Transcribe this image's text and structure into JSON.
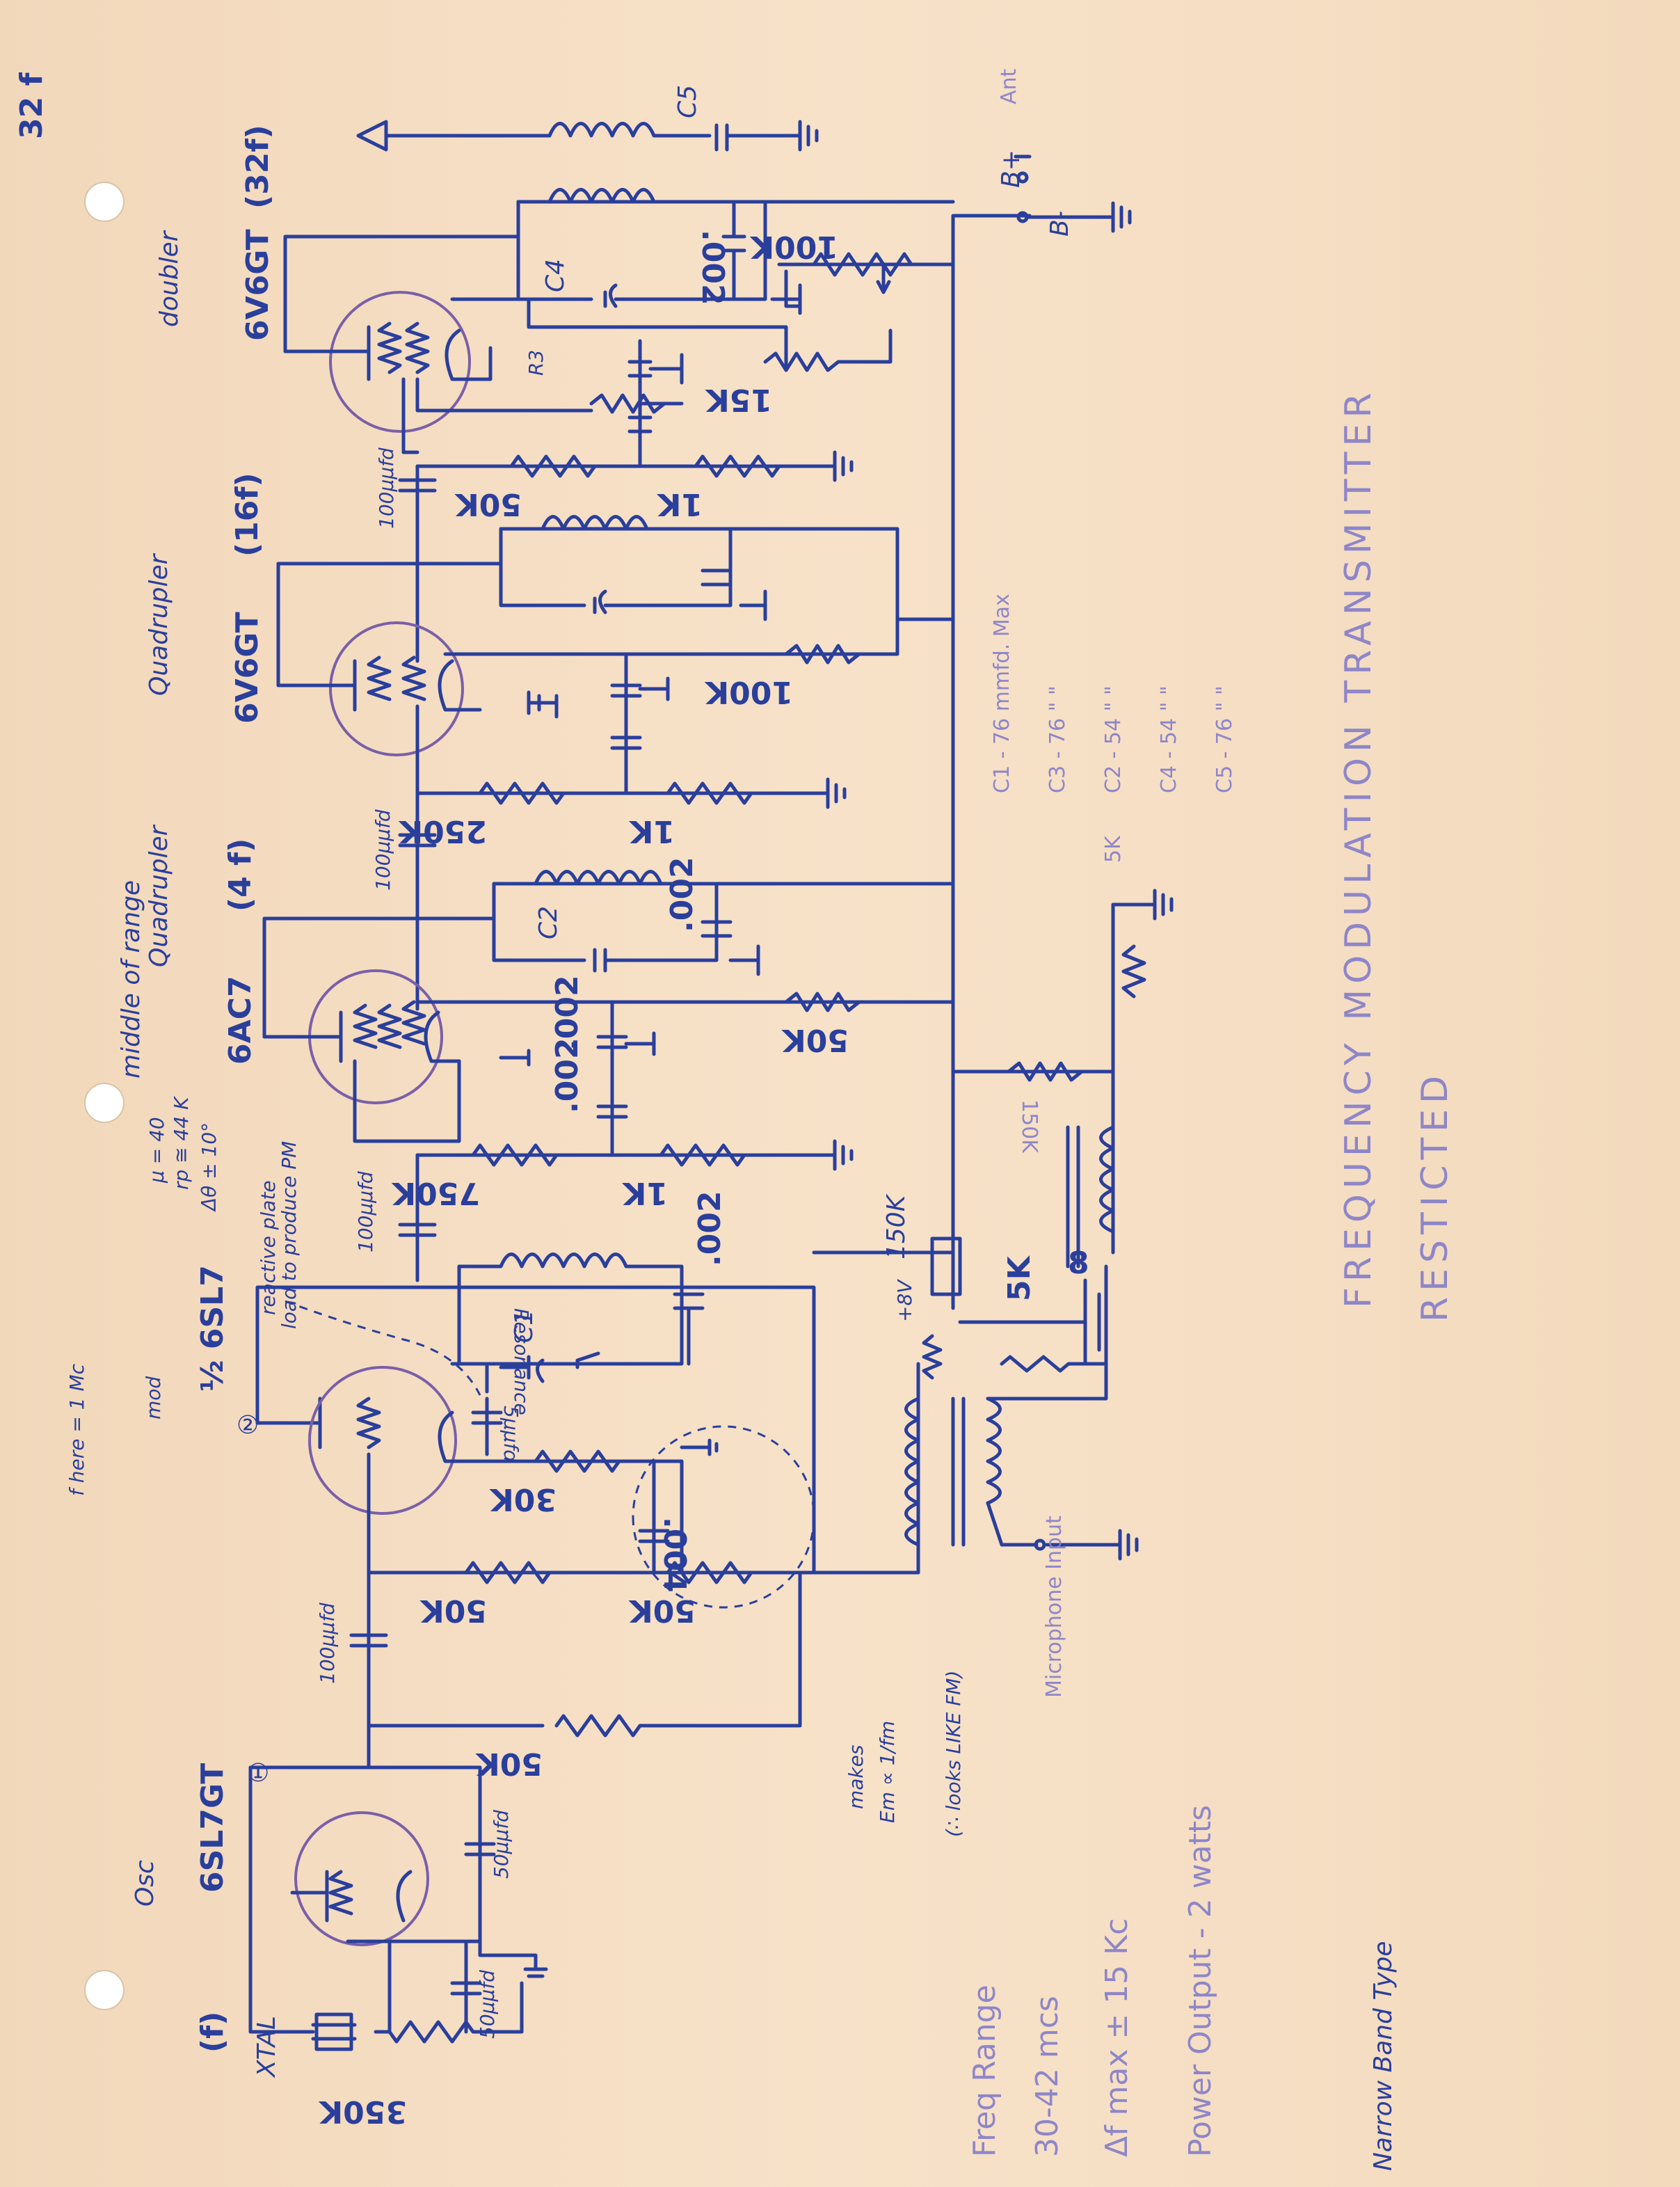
{
  "page_number": "32 f",
  "title": "FREQUENCY MODULATION TRANSMITTER",
  "stamp": "RESTICTED",
  "subtitle": "Narrow Band Type",
  "specs": [
    "Freq Range",
    "30-42 mcs",
    "Δf max ± 15 Kc",
    "Power Output - 2 watts"
  ],
  "capacitor_table": [
    "C1 - 76 mmfd. Max",
    "C3 - 76     \"      \"",
    "C2 - 54     \"      \"",
    "C4 - 54     \"      \"",
    "C5 - 76     \"      \""
  ],
  "stages": {
    "osc": {
      "role": "Osc",
      "tube": "6SL7GT",
      "mult": "(f)",
      "marker": "①"
    },
    "mod": {
      "role": "mod",
      "tube": "½ 6SL7",
      "marker": "②"
    },
    "quad1": {
      "role": "Quadrupler",
      "tube": "6AC7",
      "mult": "(4 f)"
    },
    "quad2": {
      "role": "Quadrupler",
      "tube": "6V6GT",
      "mult": "(16f)"
    },
    "dbl": {
      "role": "doubler",
      "tube": "6V6GT",
      "mult": "(32f)"
    }
  },
  "notes": {
    "f_here": "f here = 1 Mc",
    "mu": "μ = 40",
    "rp": "rp ≅ 44 K",
    "dtheta": "Δθ ± 10°",
    "middle": "middle of range",
    "reactive1": "reactive plate",
    "reactive2": "load to produce PM",
    "makes": "makes",
    "em": "Em ∝ 1/fm",
    "looks": "(∴ looks LIKE FM)",
    "mic": "Microphone Input",
    "resonance": "Resonance",
    "ant": "Ant",
    "bplus": "B+",
    "bminus": "B-",
    "plus8v": "+8V"
  },
  "components": {
    "xtal": "XTAL",
    "r350k": "350K",
    "c50a": "50μμfd",
    "c50b": "50μμfd",
    "r50k_a": "50K",
    "c100a": "100μμfd",
    "r50k_b": "50K",
    "r50k_c": "50K",
    "c004": ".004",
    "r30k": "30K",
    "c5": "5μμfd",
    "c1": "C1",
    "c002_a": ".002",
    "r150k": "150K",
    "r5k_a": "5K",
    "c8": "8",
    "r150k_b": "150K",
    "r5k_b": "5K",
    "c100b": "100μμfd",
    "r750k": "750K",
    "r1k_a": "1K",
    "c002_b": ".002",
    "c002_c": ".002",
    "r50k_d": "50K",
    "c2": "C2",
    "c002_d": ".002",
    "c100c": "100μμfd",
    "r250k": "250K",
    "r1k_b": "1K",
    "r100k_a": "100K",
    "c100d": "100μμfd",
    "r50k_e": "50K",
    "r1k_c": "1K",
    "r15k": "15K",
    "r100k_b": "100K",
    "c4": "C4",
    "c002_e": ".002",
    "c5ant": "C5",
    "r3": "R3"
  },
  "colors": {
    "ink": "#2a3f9c",
    "pencil": "#8e86c8",
    "paper": "#f4dcc0"
  }
}
